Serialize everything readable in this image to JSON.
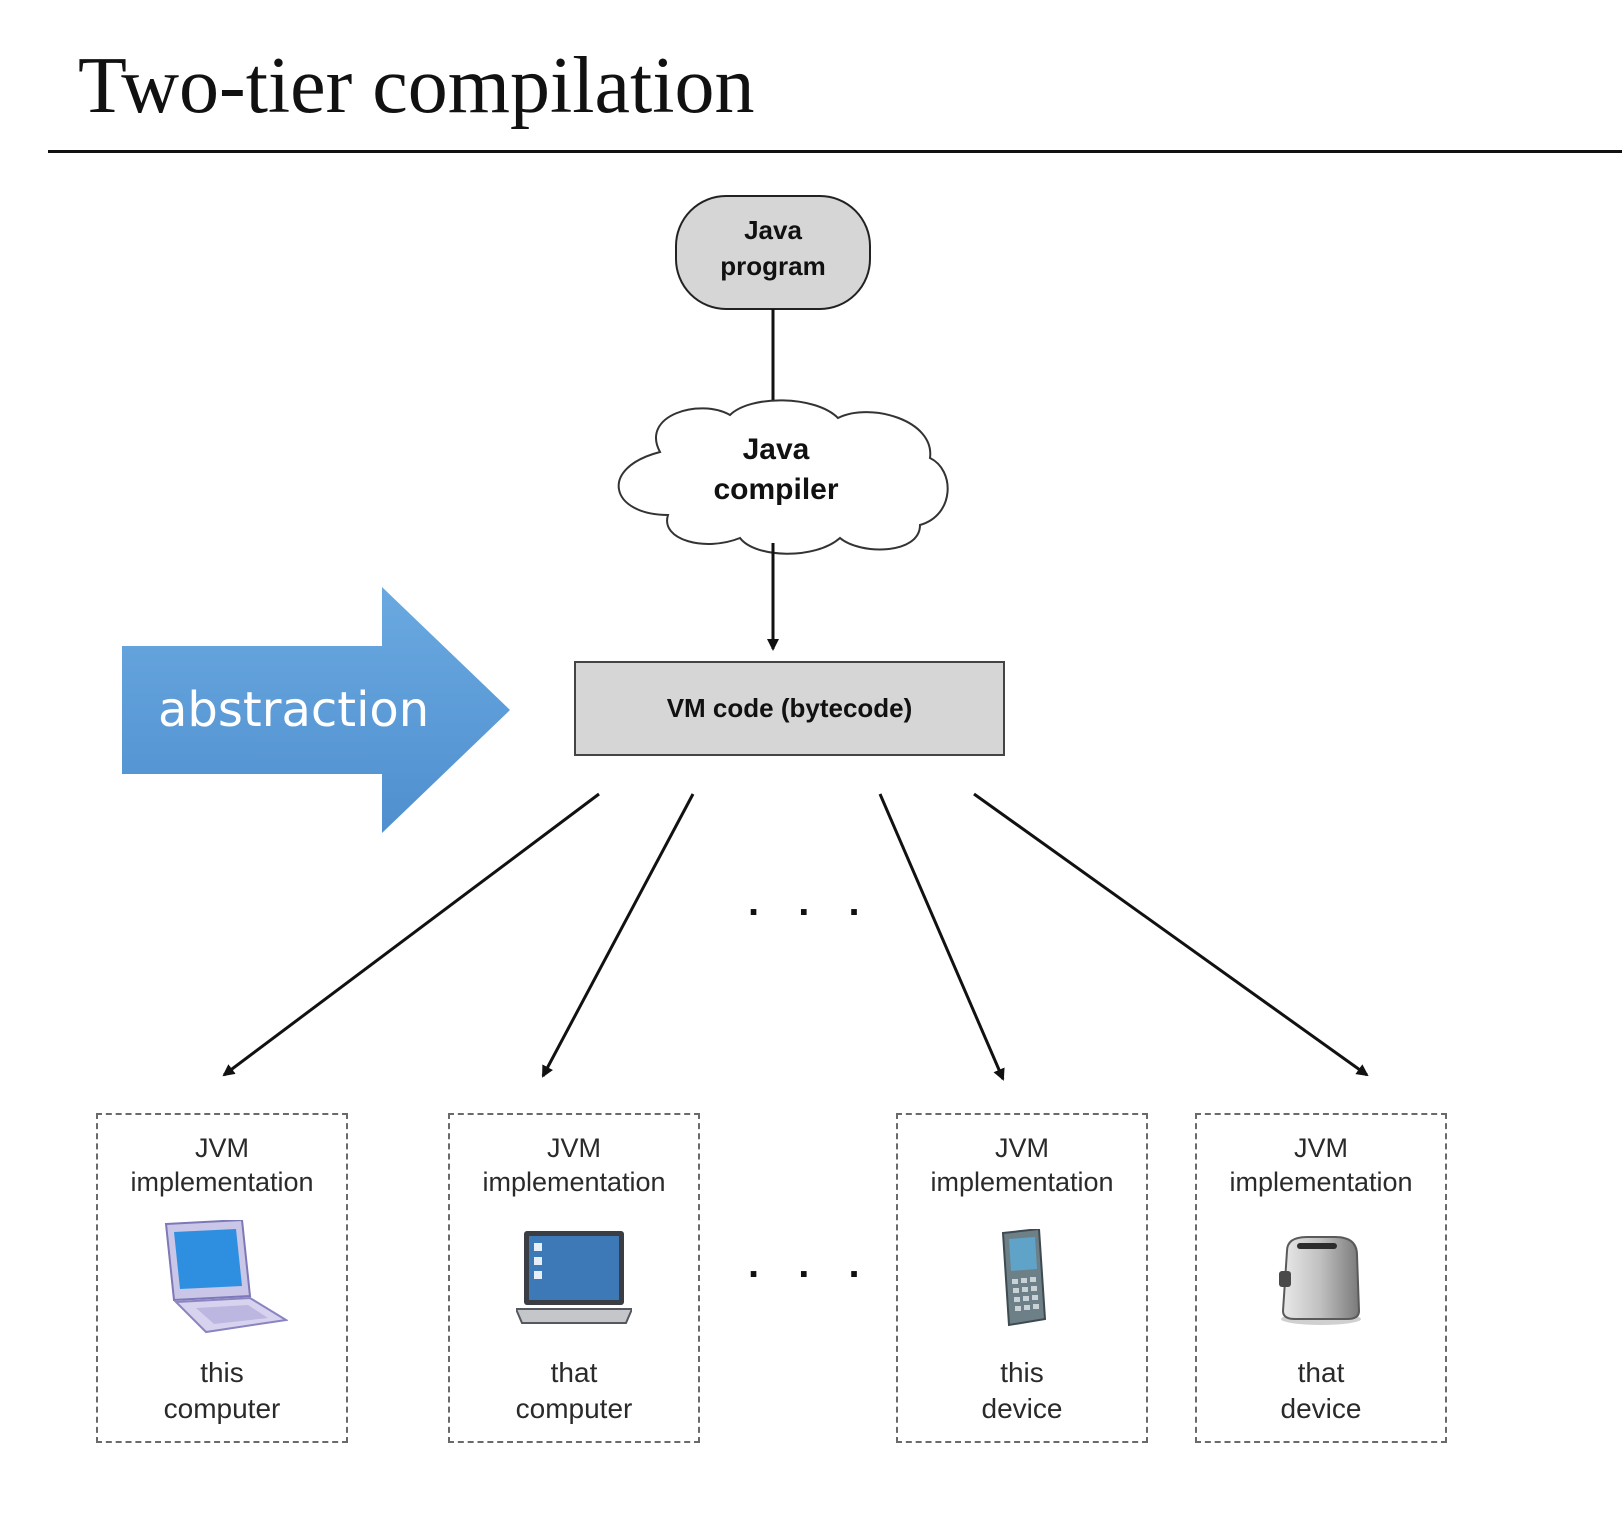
{
  "slide": {
    "title": "Two-tier compilation"
  },
  "diagram": {
    "source_node": {
      "line1": "Java",
      "line2": "program"
    },
    "compiler_node": {
      "line1": "Java",
      "line2": "compiler"
    },
    "vm_code_node": {
      "label": "VM code (bytecode)"
    },
    "abstraction_arrow": {
      "label": "abstraction",
      "color": "#5b9bd5"
    },
    "ellipsis": ". . .",
    "jvm_boxes": [
      {
        "line1": "JVM",
        "line2": "implementation",
        "caption1": "this",
        "caption2": "computer",
        "icon": "laptop-purple-icon"
      },
      {
        "line1": "JVM",
        "line2": "implementation",
        "caption1": "that",
        "caption2": "computer",
        "icon": "laptop-dark-icon"
      },
      {
        "line1": "JVM",
        "line2": "implementation",
        "caption1": "this",
        "caption2": "device",
        "icon": "cell-phone-icon"
      },
      {
        "line1": "JVM",
        "line2": "implementation",
        "caption1": "that",
        "caption2": "device",
        "icon": "toaster-icon"
      }
    ]
  }
}
